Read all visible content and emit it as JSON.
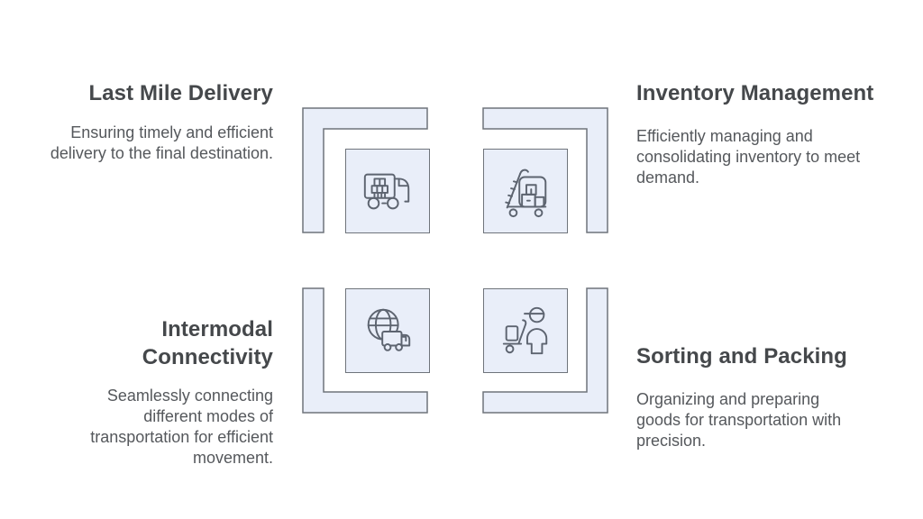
{
  "colors": {
    "background": "#ffffff",
    "bracket_fill": "#e9eef9",
    "bracket_border": "#6f747b",
    "icon_stroke": "#5d6470",
    "heading_text": "#45484b",
    "body_text": "#55585c"
  },
  "quadrants": [
    {
      "id": "last-mile-delivery",
      "title": "Last Mile Delivery",
      "description": "Ensuring timely and efficient delivery to the final destination.",
      "icon": "delivery-truck-icon",
      "position": "top-left"
    },
    {
      "id": "inventory-management",
      "title": "Inventory Management",
      "description": "Efficiently managing and consolidating inventory to meet demand.",
      "icon": "hand-truck-boxes-icon",
      "position": "top-right"
    },
    {
      "id": "intermodal-connectivity",
      "title": "Intermodal Connectivity",
      "description": "Seamlessly connecting different modes of transportation for efficient movement.",
      "icon": "globe-truck-icon",
      "position": "bottom-left"
    },
    {
      "id": "sorting-and-packing",
      "title": "Sorting and Packing",
      "description": "Organizing and preparing goods for transportation with precision.",
      "icon": "worker-with-cart-icon",
      "position": "bottom-right"
    }
  ]
}
